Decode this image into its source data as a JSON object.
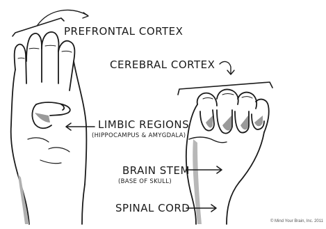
{
  "labels": {
    "prefrontal_cortex": "PREFRONTAL CORTEX",
    "cerebral_cortex": "CEREBRAL CORTEX",
    "limbic_regions": "LIMBIC REGIONS",
    "limbic_detail": "(HIPPOCAMPUS & AMYGDALA)",
    "brain_stem": "BRAIN STEM",
    "brain_stem_detail": "(BASE OF SKULL)",
    "spinal_cord": "SPINAL CORD"
  },
  "copyright": "© Mind Your Brain, Inc. 2011",
  "colors": {
    "ink": "#1a1a1a",
    "shadow": "#9a9a9a",
    "background": "#ffffff"
  }
}
